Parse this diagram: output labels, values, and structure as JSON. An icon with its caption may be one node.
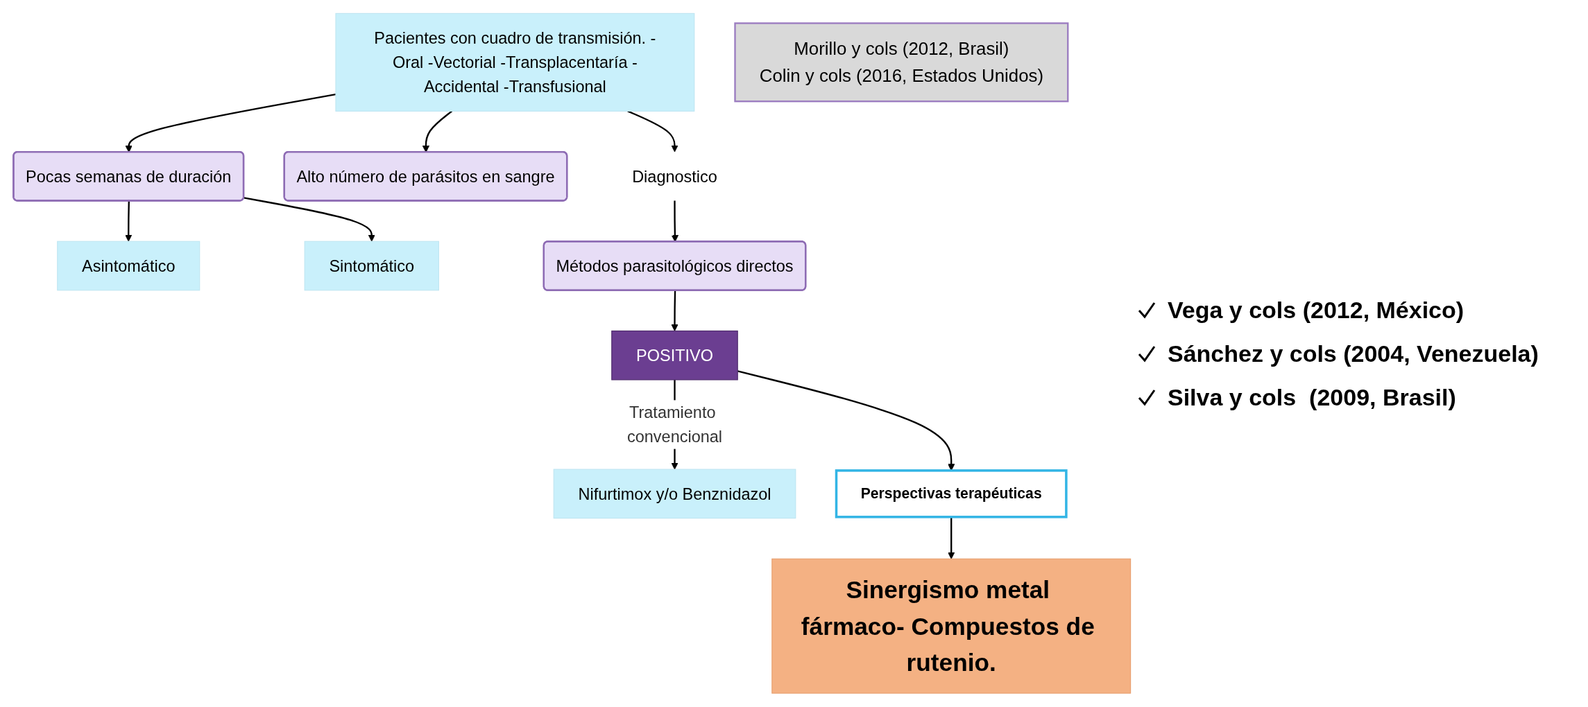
{
  "diagram": {
    "nodes": [
      {
        "text": [
          "Pacientes con cuadro de transmisión. -Oral -Vectorial -Transplacentaría -Accidental -Transfusional"
        ]
      },
      {
        "text": [
          "Pocas semanas de duración"
        ]
      },
      {
        "text": [
          "Asintomático"
        ]
      },
      {
        "text": [
          "Sintomático"
        ]
      },
      {
        "text": [
          "Alto número de parásitos en sangre"
        ]
      },
      {
        "text": [
          "Diagnostico"
        ]
      },
      {
        "text": [
          "Métodos parasitológicos directos"
        ]
      },
      {
        "text": [
          "POSITIVO"
        ]
      },
      {
        "text": [
          "Nifurtimox y/o Benznidazol"
        ]
      },
      {
        "text": [
          "Perspectivas terapéuticas"
        ]
      },
      {
        "text": [
          "Sinergismo metal fármaco- Compuestos de rutenio."
        ]
      },
      {
        "text": [
          "Morillo y cols (2012, Brasil)",
          "Colin y cols (2016, Estados Unidos)"
        ]
      }
    ],
    "edges": [
      {
        "from": 0,
        "to": 1,
        "arrow": "to"
      },
      {
        "from": 1,
        "to": 2,
        "arrow": "to"
      },
      {
        "from": 1,
        "to": 3,
        "arrow": "to"
      },
      {
        "from": 0,
        "to": 4,
        "arrow": "to"
      },
      {
        "from": 0,
        "to": 5,
        "arrow": "to"
      },
      {
        "from": 5,
        "to": 6,
        "arrow": "to"
      },
      {
        "from": 6,
        "to": 7,
        "arrow": "to"
      },
      {
        "from": 7,
        "to": 8,
        "label": "Tratamiento convencional",
        "arrow": "to"
      },
      {
        "from": 7,
        "to": 9,
        "arrow": "to"
      },
      {
        "from": 9,
        "to": 10,
        "arrow": "to"
      }
    ],
    "labels": [
      "Vega y cols (2012, México)",
      "Sánchez y cols (2004, Venezuela)",
      "Silva y cols  (2009, Brasil)"
    ]
  }
}
